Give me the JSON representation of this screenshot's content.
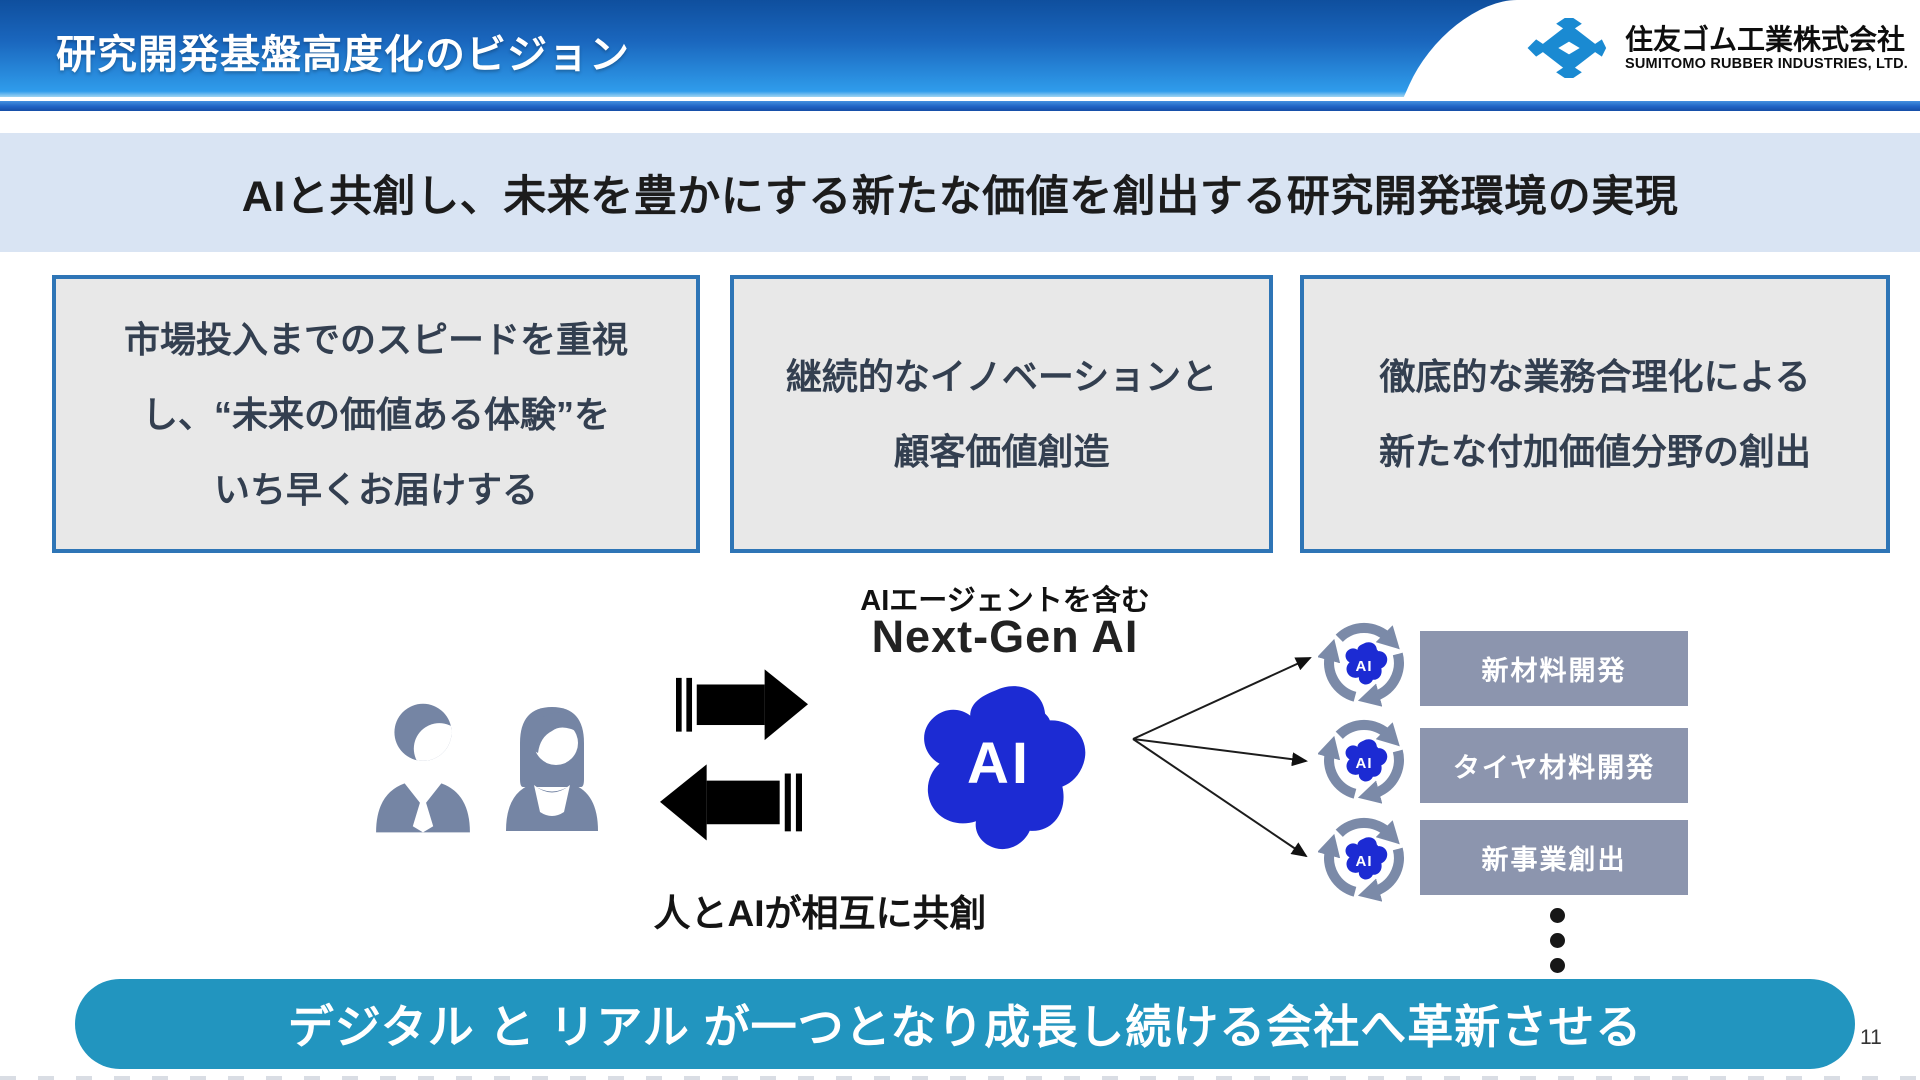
{
  "header": {
    "title": "研究開発基盤高度化のビジョン",
    "logo": {
      "company_ja": "住友ゴム工業株式会社",
      "company_en": "SUMITOMO RUBBER INDUSTRIES, LTD."
    }
  },
  "vision_banner": {
    "text": "AIと共創し、未来を豊かにする新たな価値を創出する研究開発環境の実現"
  },
  "pillars": [
    {
      "lines": [
        "市場投入までのスピードを重視",
        "し、“未来の価値ある体験”を",
        "いち早くお届けする"
      ]
    },
    {
      "lines": [
        "継続的なイノベーションと",
        "顧客価値創造"
      ]
    },
    {
      "lines": [
        "徹底的な業務合理化による",
        "新たな付加価値分野の創出"
      ]
    }
  ],
  "diagram": {
    "agent_caption": "AIエージェントを含む",
    "nextgen_label": "Next-Gen AI",
    "ai_label": "AI",
    "ai_badge_label": "AI",
    "cocreation_caption": "人とAIが相互に共創",
    "applications": [
      {
        "label": "新材料開発"
      },
      {
        "label": "タイヤ材料開発"
      },
      {
        "label": "新事業創出"
      }
    ]
  },
  "bottom_banner": {
    "text": "デジタル と リアル が一つとなり成長し続ける会社へ革新させる"
  },
  "page_number": "11",
  "colors": {
    "header_blue_top": "#0f4f9e",
    "header_blue_bottom": "#2f9ceb",
    "accent_stripe": "#1f63c4",
    "vision_banner_bg": "#d9e4f3",
    "pillar_bg": "#e8e8e8",
    "pillar_border": "#2e75b6",
    "pillar_text": "#333f50",
    "ai_blob_blue": "#1c2bd3",
    "people_slate": "#7585a4",
    "cycle_slate": "#7b8aa8",
    "app_box_slate": "#8c95ae",
    "bottom_banner_teal": "#2295bf",
    "logo_blue": "#1a8ad2"
  }
}
